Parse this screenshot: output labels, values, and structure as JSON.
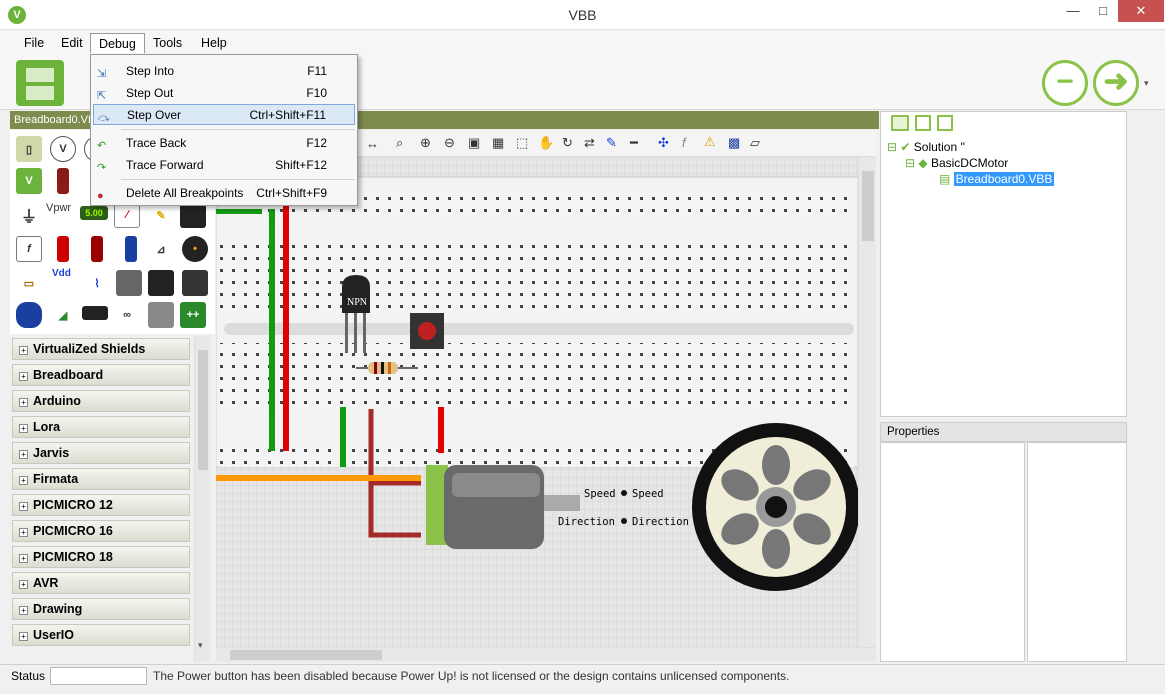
{
  "window": {
    "title": "VBB",
    "minimize": "—",
    "maximize": "□",
    "close": "✕"
  },
  "menu": {
    "file": "File",
    "edit": "Edit",
    "debug": "Debug",
    "tools": "Tools",
    "help": "Help"
  },
  "debug_menu": {
    "items": [
      {
        "label": "Step Into",
        "shortcut": "F11"
      },
      {
        "label": "Step Out",
        "shortcut": "F10"
      },
      {
        "label": "Step Over",
        "shortcut": "Ctrl+Shift+F11"
      },
      {
        "label": "Trace Back",
        "shortcut": "F12"
      },
      {
        "label": "Trace Forward",
        "shortcut": "Shift+F12"
      },
      {
        "label": "Delete All Breakpoints",
        "shortcut": "Ctrl+Shift+F9"
      }
    ]
  },
  "left_panel": {
    "header": "Breadboard0.VB",
    "palette_labels": {
      "vpwr": "Vpwr",
      "display": "5.00",
      "vdd": "Vdd"
    },
    "categories": [
      "VirtualiZed Shields",
      "Breadboard",
      "Arduino",
      "Lora",
      "Jarvis",
      "Firmata",
      "PICMICRO 12",
      "PICMICRO 16",
      "PICMICRO 18",
      "AVR",
      "Drawing",
      "UserIO"
    ]
  },
  "canvas": {
    "transistor_label": "NPN",
    "motor_props": {
      "speed_left": "Speed",
      "speed_right": "Speed",
      "direction_left": "Direction",
      "direction_right": "Direction"
    }
  },
  "solution_tree": {
    "solution": "Solution ''",
    "project": "BasicDCMotor",
    "file": "Breadboard0.VBB"
  },
  "properties": {
    "header": "Properties"
  },
  "status": {
    "label": "Status",
    "message": "The Power button has been disabled because Power Up! is not licensed or the design contains unlicensed components."
  },
  "colors": {
    "accent_green": "#8bc34a",
    "header_olive": "#7d8c4d",
    "selection_blue": "#3399ff"
  }
}
